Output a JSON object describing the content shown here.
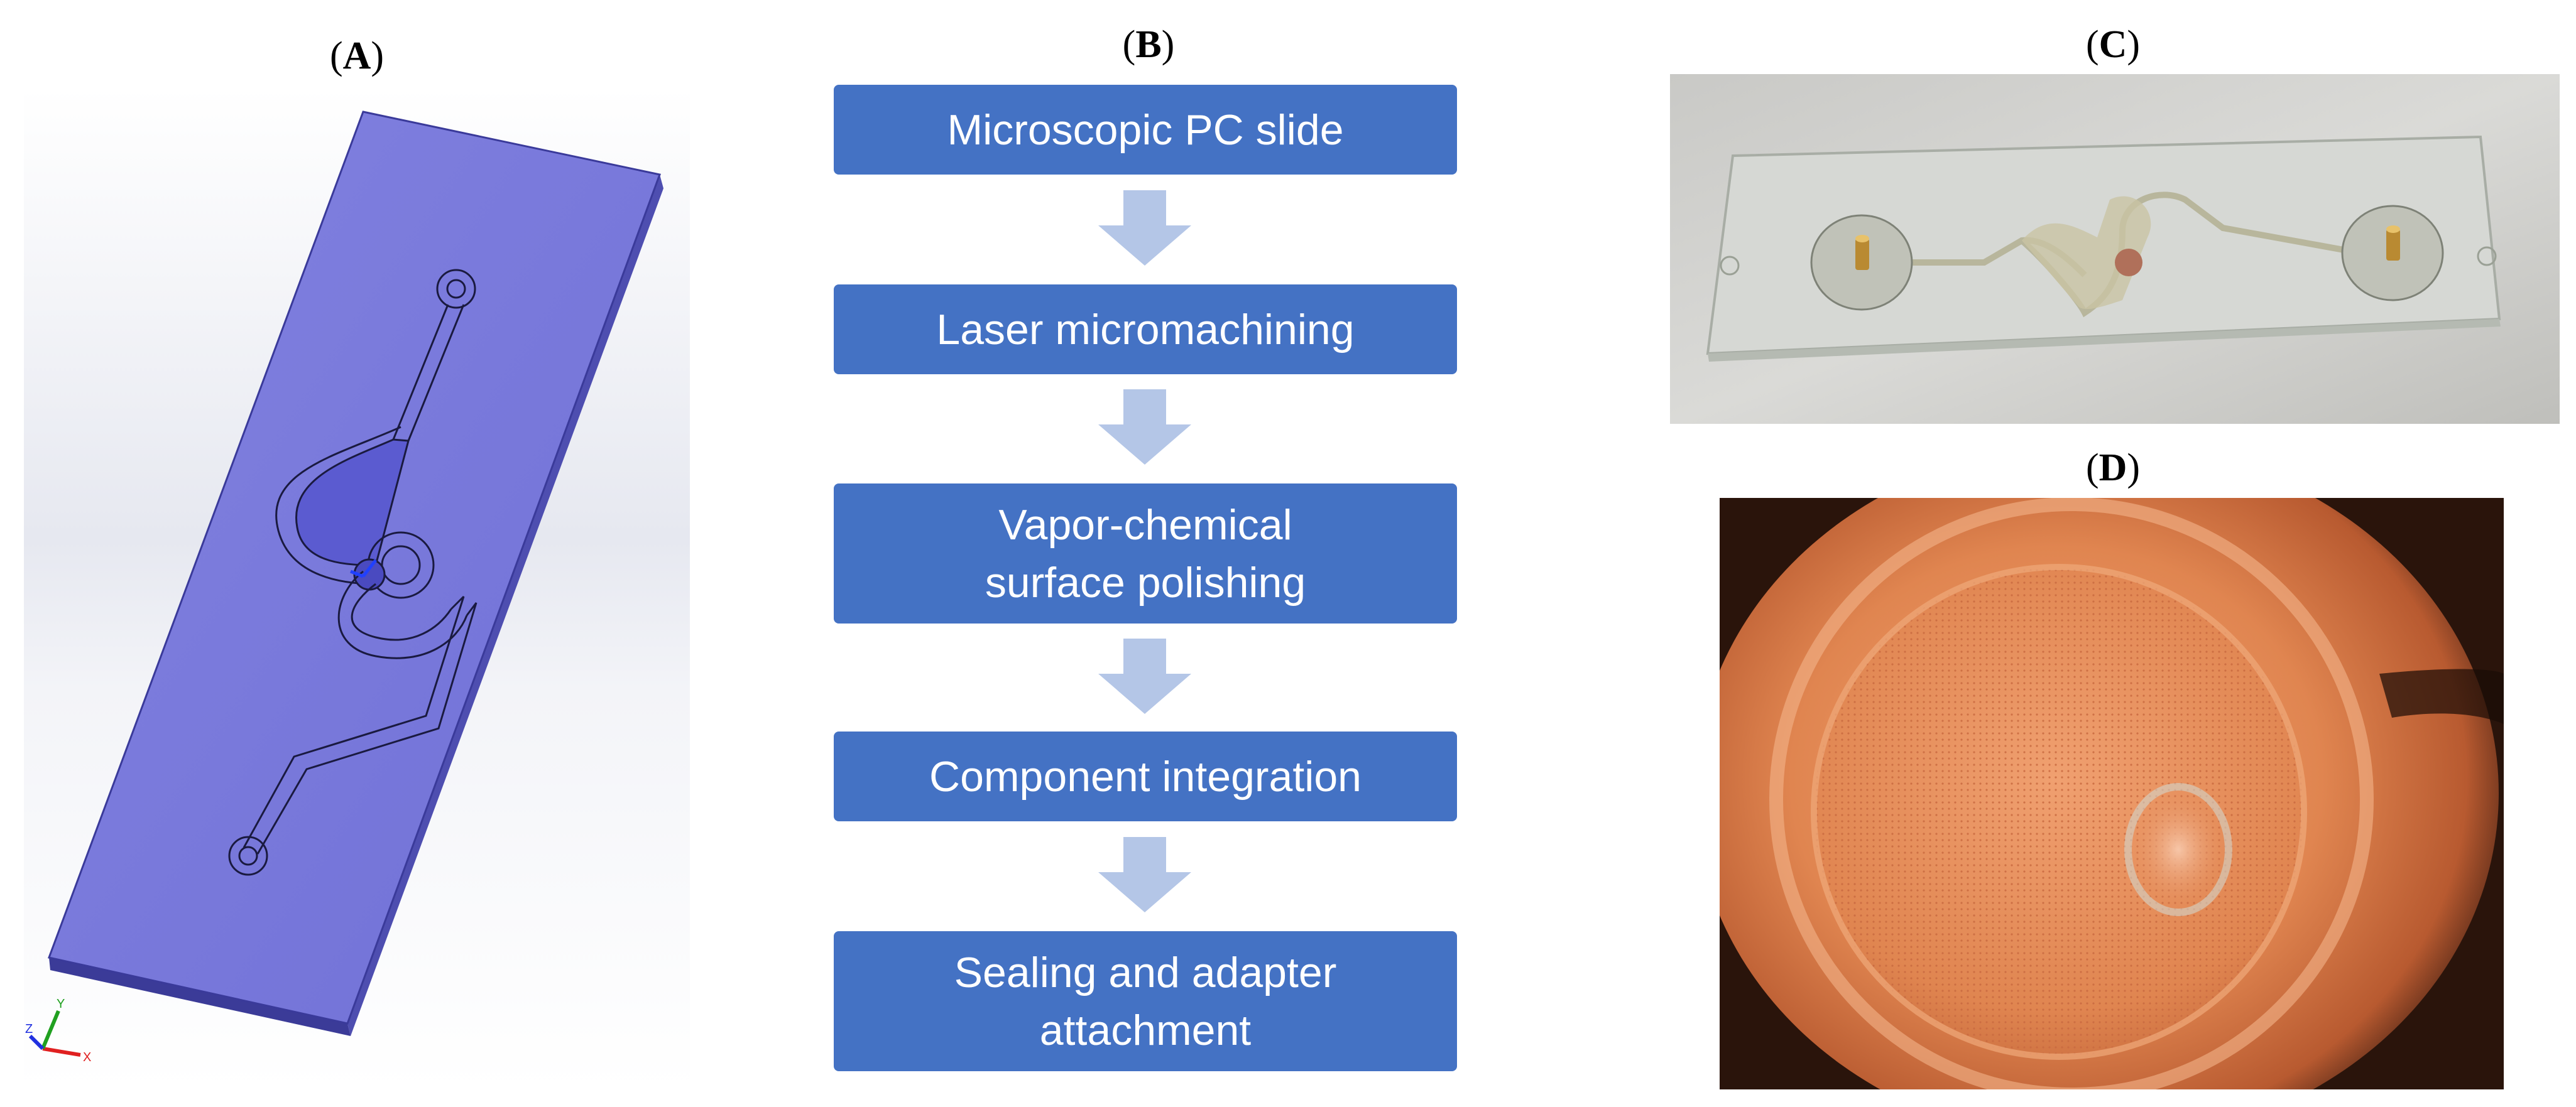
{
  "panels": {
    "a": {
      "label": "A"
    },
    "b": {
      "label": "B"
    },
    "c": {
      "label": "C"
    },
    "d": {
      "label": "D"
    }
  },
  "flowchart": {
    "steps": [
      {
        "lines": [
          "Microscopic PC slide"
        ]
      },
      {
        "lines": [
          "Laser micromachining"
        ]
      },
      {
        "lines": [
          "Vapor-chemical",
          "surface polishing"
        ]
      },
      {
        "lines": [
          "Component integration"
        ]
      },
      {
        "lines": [
          "Sealing and adapter",
          "attachment"
        ]
      }
    ],
    "box_color": "#4472c4",
    "arrow_color": "#b4c6e7"
  },
  "cad_model": {
    "slide_color": "#7b7bdb",
    "channel_outline_color": "#1a1a40",
    "axis_labels": {
      "x": "X",
      "y": "Y",
      "z": "Z"
    }
  }
}
